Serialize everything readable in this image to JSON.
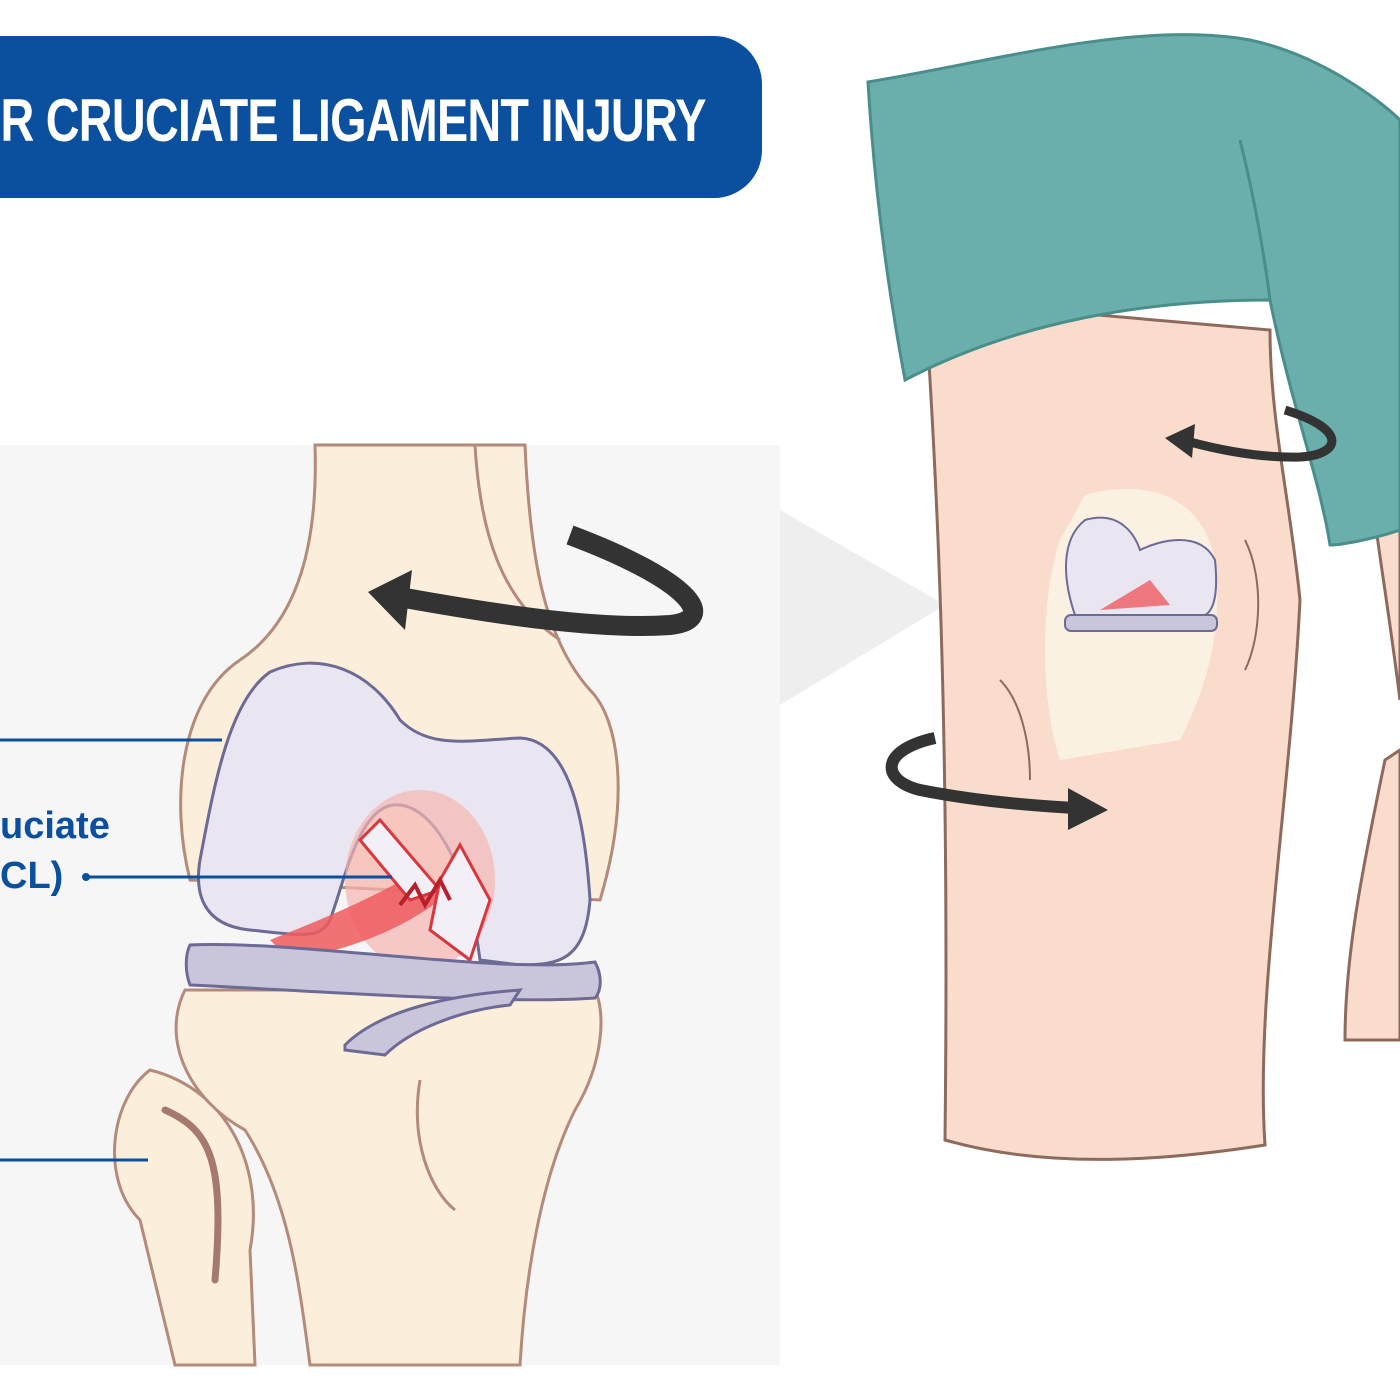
{
  "title": "OR CRUCIATE LIGAMENT INJURY",
  "labels": {
    "acl_line1": "uciate",
    "acl_line2": "CL)"
  },
  "colors": {
    "banner": "#0b4f9f",
    "bone": "#fbefdc",
    "cartilage": "#e9e6f2",
    "meniscus": "#c9c6dc",
    "skin": "#fadccc",
    "shorts": "#6aafac",
    "injury": "#e8424a"
  }
}
